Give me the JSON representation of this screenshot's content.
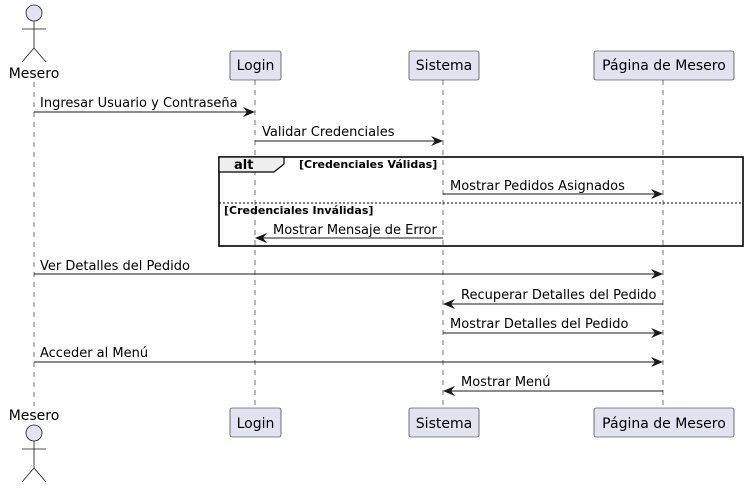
{
  "participants": [
    {
      "id": "mesero",
      "label": "Mesero",
      "kind": "actor"
    },
    {
      "id": "login",
      "label": "Login",
      "kind": "participant"
    },
    {
      "id": "sistema",
      "label": "Sistema",
      "kind": "participant"
    },
    {
      "id": "pagina",
      "label": "Página de Mesero",
      "kind": "participant"
    }
  ],
  "messages": [
    {
      "from": "mesero",
      "to": "login",
      "label": "Ingresar Usuario y Contraseña"
    },
    {
      "from": "login",
      "to": "sistema",
      "label": "Validar Credenciales"
    },
    {
      "from": "sistema",
      "to": "pagina",
      "label": "Mostrar Pedidos Asignados"
    },
    {
      "from": "sistema",
      "to": "login",
      "label": "Mostrar Mensaje de Error"
    },
    {
      "from": "mesero",
      "to": "pagina",
      "label": "Ver Detalles del Pedido"
    },
    {
      "from": "pagina",
      "to": "sistema",
      "label": "Recuperar Detalles del Pedido"
    },
    {
      "from": "sistema",
      "to": "pagina",
      "label": "Mostrar Detalles del Pedido"
    },
    {
      "from": "mesero",
      "to": "pagina",
      "label": "Acceder al Menú"
    },
    {
      "from": "pagina",
      "to": "sistema",
      "label": "Mostrar Menú"
    }
  ],
  "fragment": {
    "operator": "alt",
    "guard_1": "[Credenciales Válidas]",
    "guard_2": "[Credenciales Inválidas]"
  },
  "colors": {
    "participant_fill": "#E2E2F0",
    "line": "#181818",
    "frame_tab": "#EEEEEE"
  }
}
